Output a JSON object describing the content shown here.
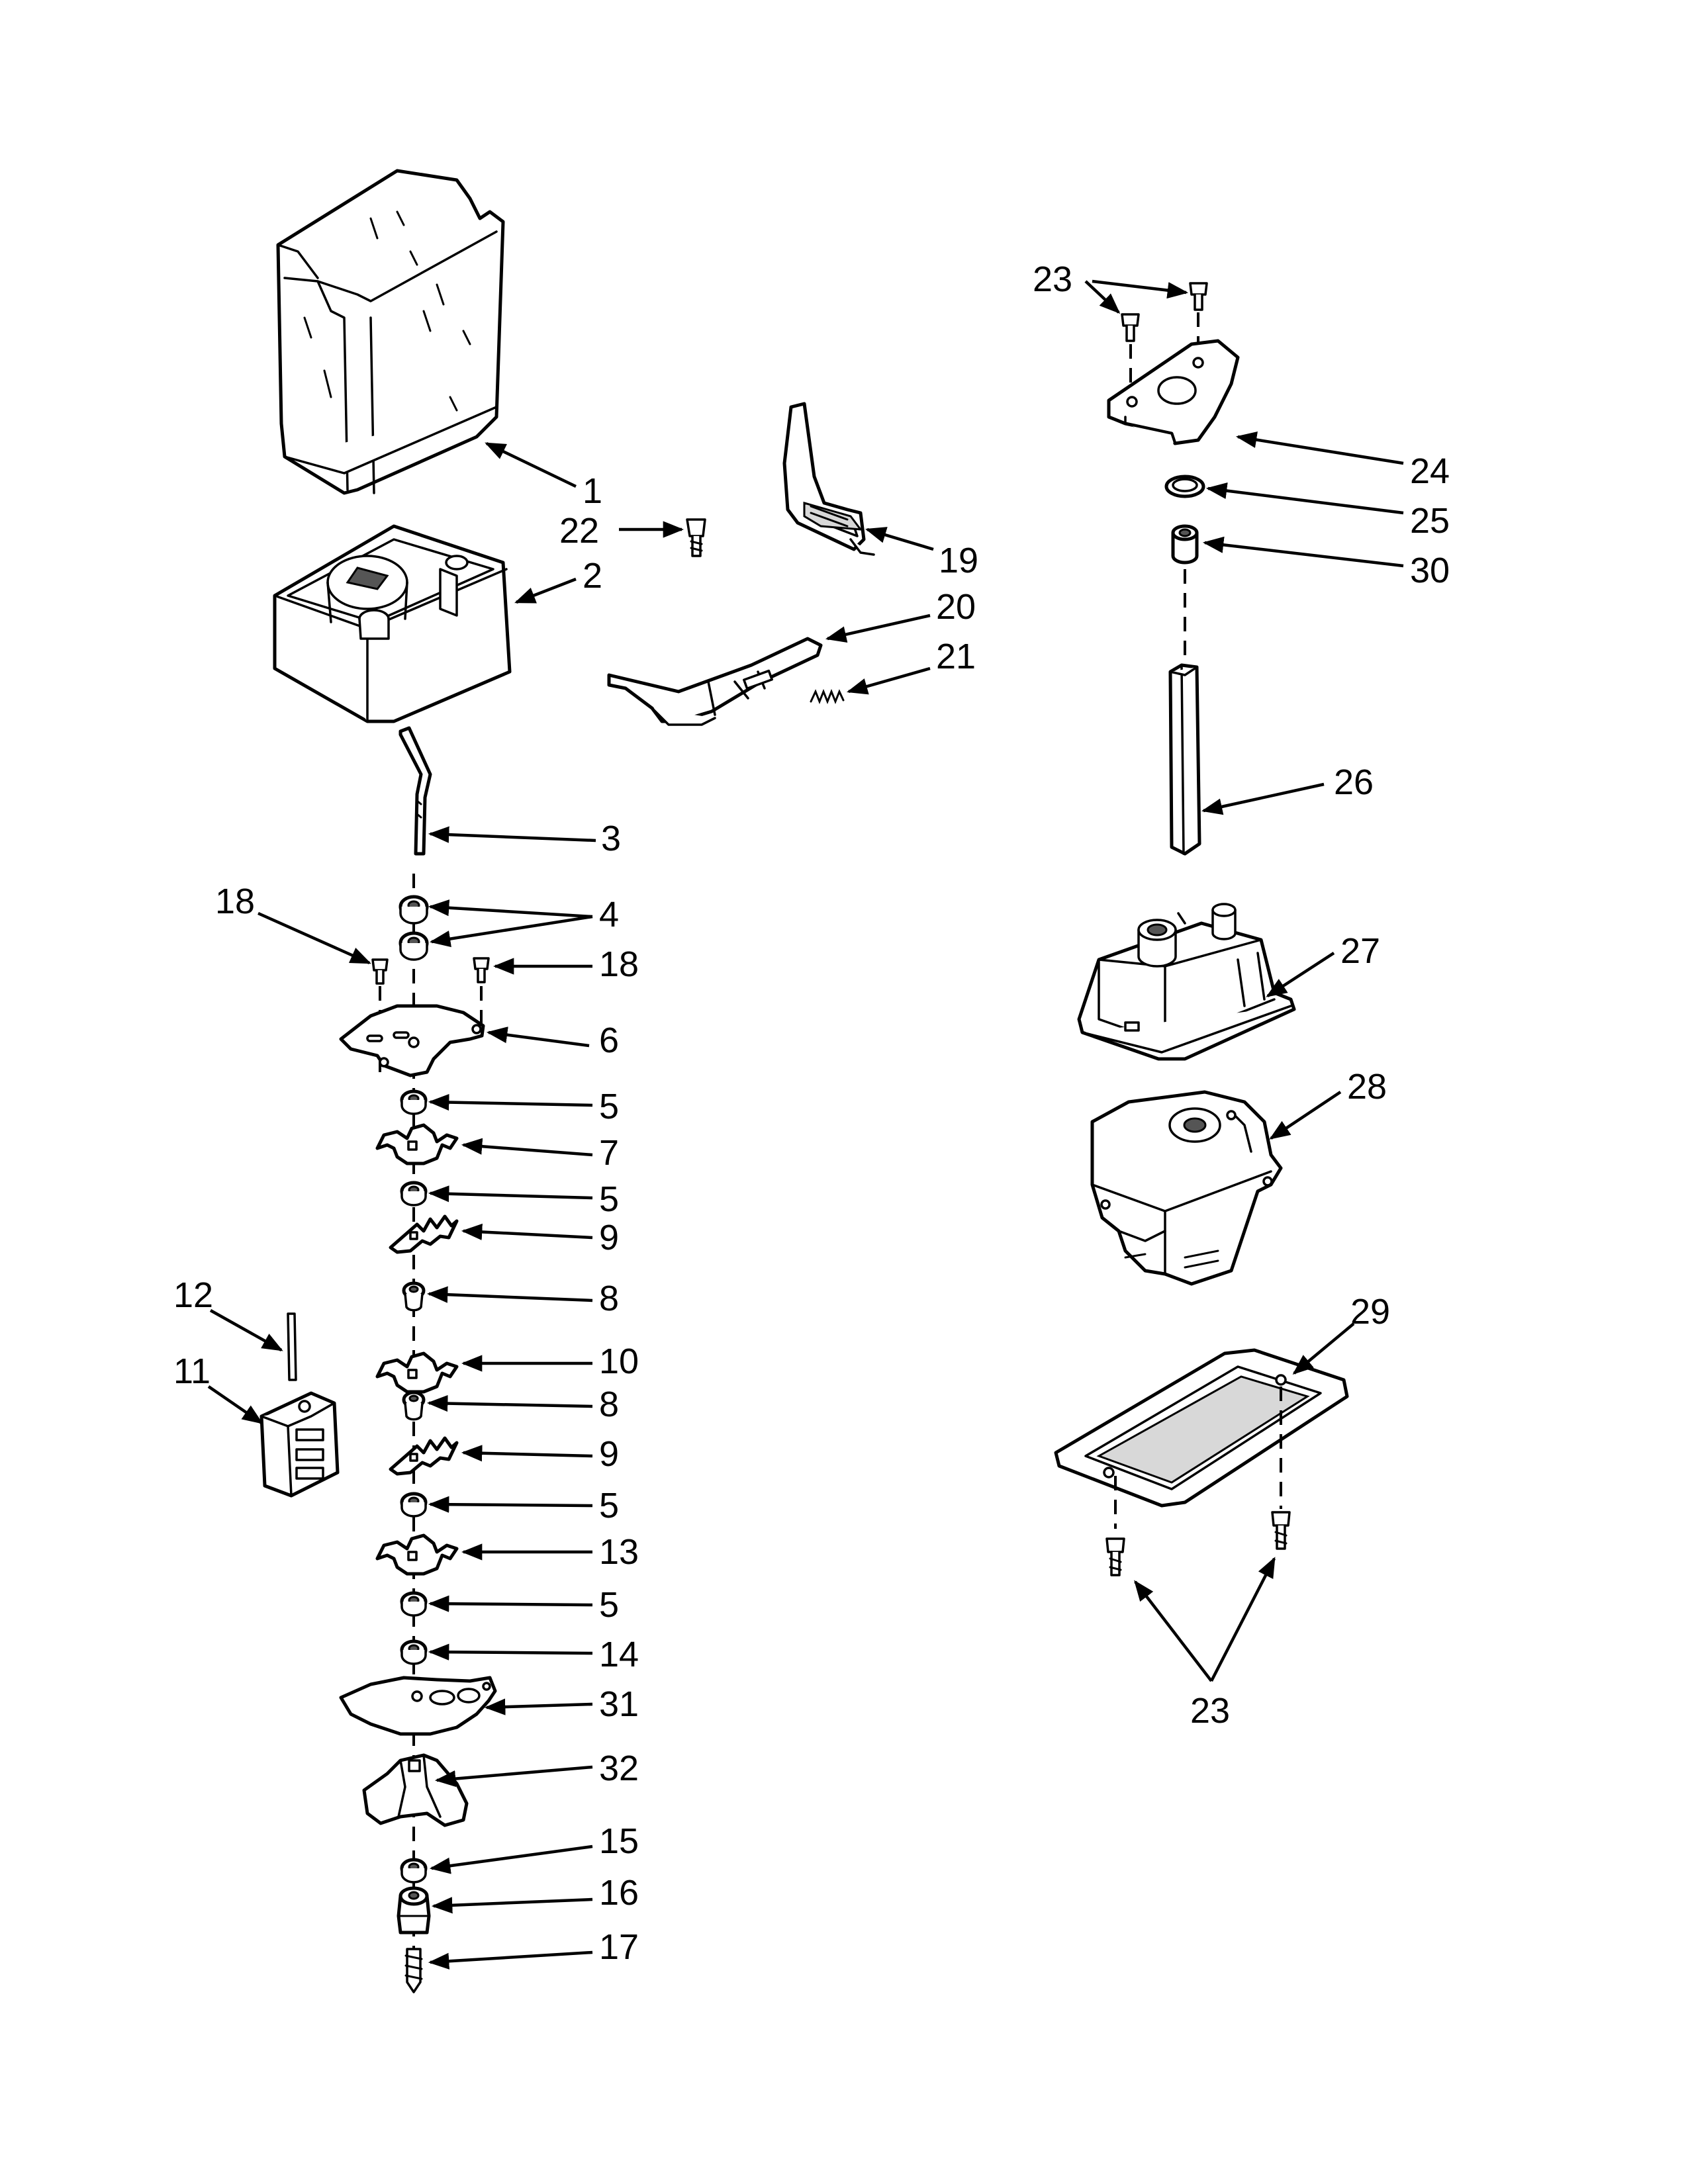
{
  "callouts": {
    "c1": "1",
    "c2": "2",
    "c3": "3",
    "c4": "4",
    "c5a": "5",
    "c5b": "5",
    "c5c": "5",
    "c5d": "5",
    "c6": "6",
    "c7": "7",
    "c8a": "8",
    "c8b": "8",
    "c9a": "9",
    "c9b": "9",
    "c10": "10",
    "c11": "11",
    "c12": "12",
    "c13": "13",
    "c14": "14",
    "c15": "15",
    "c16": "16",
    "c17": "17",
    "c18a": "18",
    "c18b": "18",
    "c19": "19",
    "c20": "20",
    "c21": "21",
    "c22": "22",
    "c23a": "23",
    "c23b": "23",
    "c24": "24",
    "c25": "25",
    "c26": "26",
    "c27": "27",
    "c28": "28",
    "c29": "29",
    "c30": "30",
    "c31": "31",
    "c32": "32"
  }
}
